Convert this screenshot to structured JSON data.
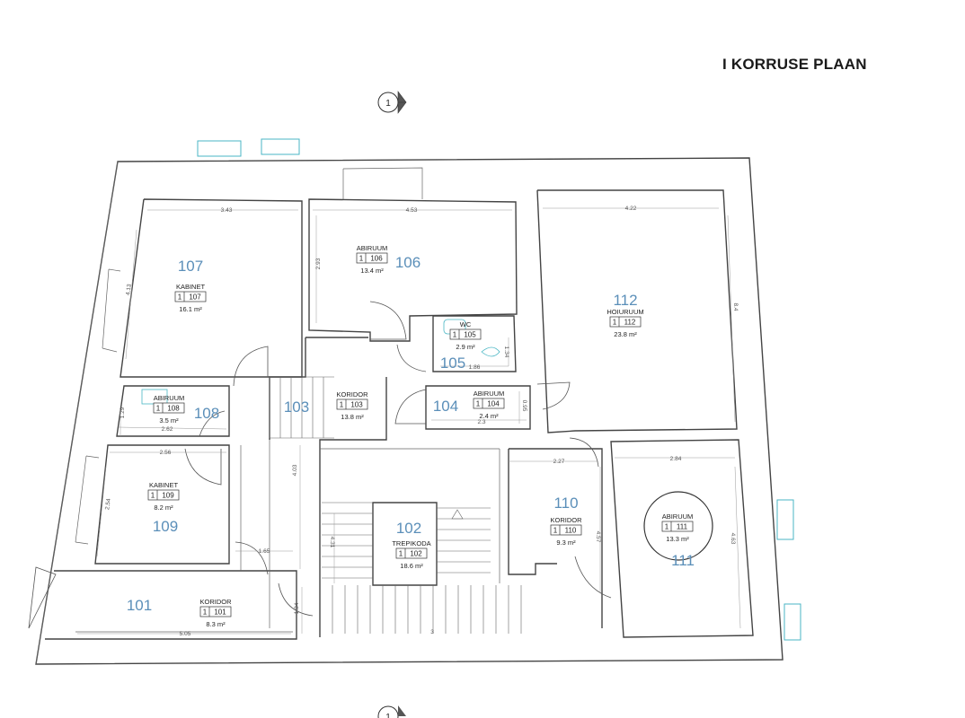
{
  "title": "I KORRUSE PLAAN",
  "section_markers": [
    "1",
    "1"
  ],
  "colors": {
    "room_number": "#5b8fb9",
    "window": "#4ab6c4",
    "walls": "#444444"
  },
  "rooms": [
    {
      "number": "107",
      "name": "KABINET",
      "floor": "1",
      "code": "107",
      "area": "16.1 m²"
    },
    {
      "number": "106",
      "name": "ABIRUUM",
      "floor": "1",
      "code": "106",
      "area": "13.4 m²"
    },
    {
      "number": "112",
      "name": "HOIURUUM",
      "floor": "1",
      "code": "112",
      "area": "23.8 m²"
    },
    {
      "number": "105",
      "name": "WC",
      "floor": "1",
      "code": "105",
      "area": "2.9 m²"
    },
    {
      "number": "108",
      "name": "ABIRUUM",
      "floor": "1",
      "code": "108",
      "area": "3.5 m²"
    },
    {
      "number": "103",
      "name": "KORIDOR",
      "floor": "1",
      "code": "103",
      "area": "13.8 m²"
    },
    {
      "number": "104",
      "name": "ABIRUUM",
      "floor": "1",
      "code": "104",
      "area": "2.4 m²"
    },
    {
      "number": "109",
      "name": "KABINET",
      "floor": "1",
      "code": "109",
      "area": "8.2 m²"
    },
    {
      "number": "102",
      "name": "TREPIKODA",
      "floor": "1",
      "code": "102",
      "area": "18.6 m²"
    },
    {
      "number": "110",
      "name": "KORIDOR",
      "floor": "1",
      "code": "110",
      "area": "9.3 m²"
    },
    {
      "number": "111",
      "name": "ABIRUUM",
      "floor": "1",
      "code": "111",
      "area": "13.3 m²"
    },
    {
      "number": "101",
      "name": "KORIDOR",
      "floor": "1",
      "code": "101",
      "area": "8.3 m²"
    }
  ],
  "dimensions": [
    "3.43",
    "4.53",
    "4.22",
    "4.13",
    "2.93",
    "8.4",
    "1.86",
    "1.34",
    "0.95",
    "2.3",
    "1.29",
    "2.62",
    "2.56",
    "4.03",
    "2.54",
    "1.65",
    "2.27",
    "2.84",
    "4.57",
    "4.63",
    "4.31",
    "1.34",
    "5.05",
    "3"
  ]
}
